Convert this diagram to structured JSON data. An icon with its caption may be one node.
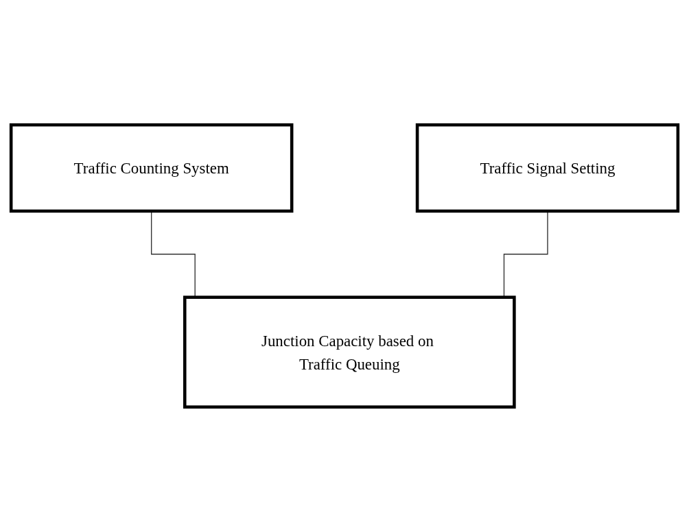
{
  "diagram": {
    "nodes": [
      {
        "text": [
          "Traffic Counting System"
        ]
      },
      {
        "text": [
          "Traffic Signal Setting"
        ]
      },
      {
        "text": [
          "Junction Capacity based on Traffic Queuing"
        ]
      }
    ],
    "edges": [
      {
        "from": 0,
        "to": 2,
        "arrow": "none"
      },
      {
        "from": 1,
        "to": 2,
        "arrow": "none"
      }
    ]
  }
}
